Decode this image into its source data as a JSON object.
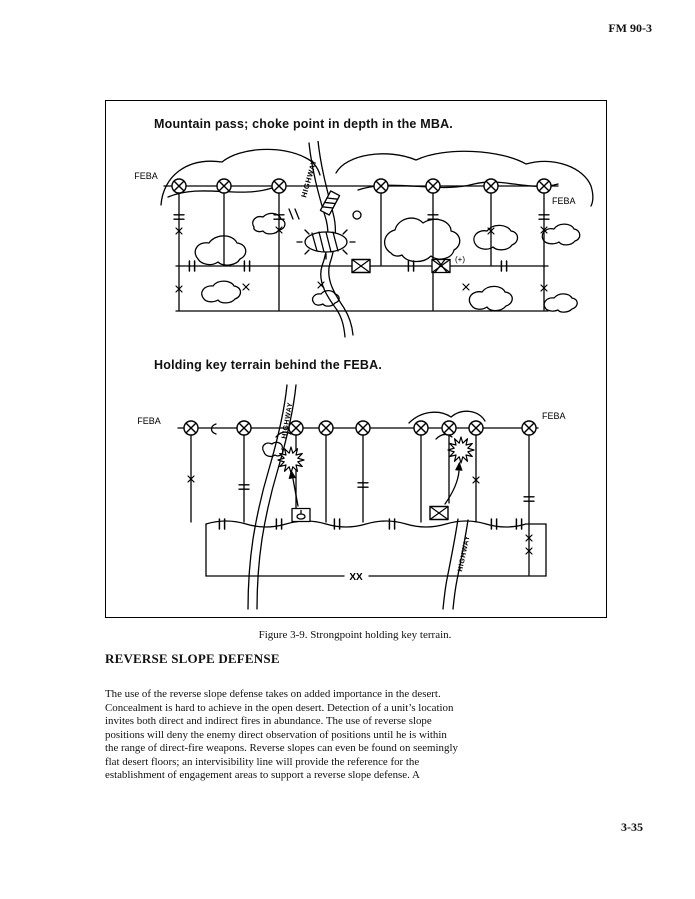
{
  "page": {
    "header_right": "FM 90-3",
    "page_number": "3-35"
  },
  "figure": {
    "titles": {
      "diagram1": "Mountain pass; choke point in depth in the MBA.",
      "diagram2": "Holding key terrain behind the FEBA."
    },
    "caption": "Figure 3-9. Strongpoint holding key terrain.",
    "labels": {
      "feba": "FEBA",
      "highway": "HIGHWAY",
      "plus": "(+)",
      "xx": "XX"
    }
  },
  "section": {
    "heading": "REVERSE SLOPE DEFENSE",
    "body_lines": [
      "The use of the reverse slope defense takes on added importance in the desert.",
      "Concealment is hard to achieve in the open desert. Detection of a unit’s location",
      "invites both direct and indirect fires in abundance. The use of reverse slope",
      "positions will deny the enemy direct observation of positions until he is within",
      "the range of direct-fire weapons. Reverse slopes can even be found on seemingly",
      "flat desert floors; an intervisibility line will provide the reference for the",
      "establishment of engagement areas to support a reverse slope defense. A"
    ]
  }
}
